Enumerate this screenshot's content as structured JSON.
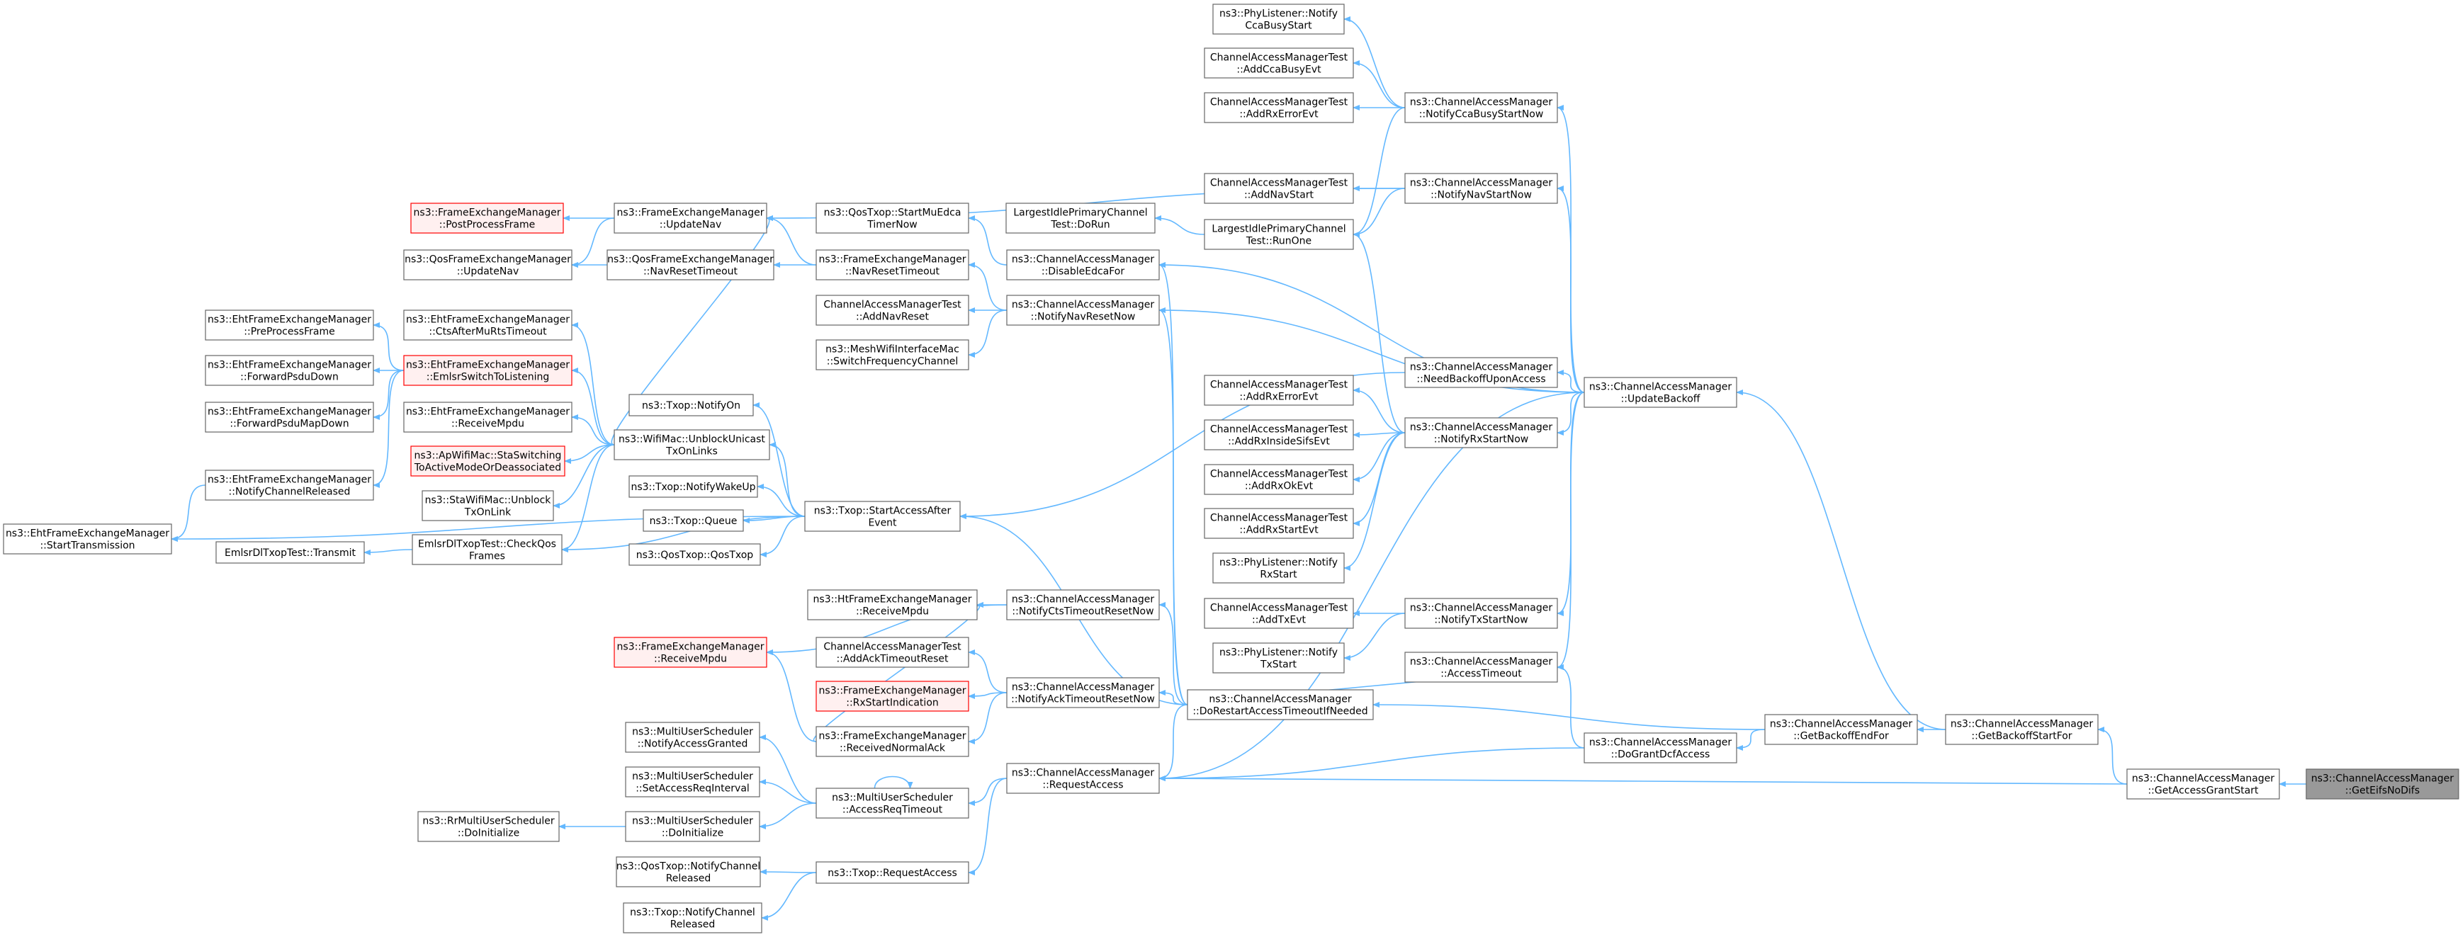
{
  "diagram": {
    "type": "doxygen-caller-graph",
    "colors": {
      "edge": "#63b8ff",
      "node_border": "#666666",
      "node_fill": "#ffffff",
      "highlight_border": "#ff0000",
      "highlight_fill": "#fff0f0",
      "root_fill": "#999999",
      "root_border": "#666666"
    },
    "nodes": [
      {
        "id": "getEifsNoDifs",
        "lines": [
          "ns3::ChannelAccessManager",
          "::GetEifsNoDifs"
        ],
        "style": "root"
      },
      {
        "id": "getAccessGrantStart",
        "lines": [
          "ns3::ChannelAccessManager",
          "::GetAccessGrantStart"
        ],
        "style": "normal"
      },
      {
        "id": "getBackoffStartFor",
        "lines": [
          "ns3::ChannelAccessManager",
          "::GetBackoffStartFor"
        ],
        "style": "normal"
      },
      {
        "id": "getBackoffEndFor",
        "lines": [
          "ns3::ChannelAccessManager",
          "::GetBackoffEndFor"
        ],
        "style": "normal"
      },
      {
        "id": "updateBackoff",
        "lines": [
          "ns3::ChannelAccessManager",
          "::UpdateBackoff"
        ],
        "style": "normal"
      },
      {
        "id": "doGrantDcfAccess",
        "lines": [
          "ns3::ChannelAccessManager",
          "::DoGrantDcfAccess"
        ],
        "style": "normal"
      },
      {
        "id": "accessTimeout",
        "lines": [
          "ns3::ChannelAccessManager",
          "::AccessTimeout"
        ],
        "style": "normal"
      },
      {
        "id": "doRestartAccessTimeoutIfNeeded",
        "lines": [
          "ns3::ChannelAccessManager",
          "::DoRestartAccessTimeoutIfNeeded"
        ],
        "style": "normal"
      },
      {
        "id": "requestAccess",
        "lines": [
          "ns3::ChannelAccessManager",
          "::RequestAccess"
        ],
        "style": "normal"
      },
      {
        "id": "notifyCcaBusyStartNow",
        "lines": [
          "ns3::ChannelAccessManager",
          "::NotifyCcaBusyStartNow"
        ],
        "style": "normal"
      },
      {
        "id": "phyNotifyCcaBusyStart",
        "lines": [
          "ns3::PhyListener::Notify",
          "CcaBusyStart"
        ],
        "style": "normal"
      },
      {
        "id": "testAddCcaBusyEvt",
        "lines": [
          "ChannelAccessManagerTest",
          "::AddCcaBusyEvt"
        ],
        "style": "normal"
      },
      {
        "id": "testAddRxErrorEvtTop",
        "lines": [
          "ChannelAccessManagerTest",
          "::AddRxErrorEvt"
        ],
        "style": "normal"
      },
      {
        "id": "notifyNavStartNow",
        "lines": [
          "ns3::ChannelAccessManager",
          "::NotifyNavStartNow"
        ],
        "style": "normal"
      },
      {
        "id": "testAddNavStart",
        "lines": [
          "ChannelAccessManagerTest",
          "::AddNavStart"
        ],
        "style": "normal"
      },
      {
        "id": "largestIdleRunOne",
        "lines": [
          "LargestIdlePrimaryChannel",
          "Test::RunOne"
        ],
        "style": "normal"
      },
      {
        "id": "largestIdleDoRun",
        "lines": [
          "LargestIdlePrimaryChannel",
          "Test::DoRun"
        ],
        "style": "normal"
      },
      {
        "id": "disableEdcaFor",
        "lines": [
          "ns3::ChannelAccessManager",
          "::DisableEdcaFor"
        ],
        "style": "normal"
      },
      {
        "id": "qosTxopStartMuEdca",
        "lines": [
          "ns3::QosTxop::StartMuEdca",
          "TimerNow"
        ],
        "style": "normal"
      },
      {
        "id": "notifyNavResetNow",
        "lines": [
          "ns3::ChannelAccessManager",
          "::NotifyNavResetNow"
        ],
        "style": "normal"
      },
      {
        "id": "testAddNavReset",
        "lines": [
          "ChannelAccessManagerTest",
          "::AddNavReset"
        ],
        "style": "normal"
      },
      {
        "id": "meshSwitchFrequency",
        "lines": [
          "ns3::MeshWifiInterfaceMac",
          "::SwitchFrequencyChannel"
        ],
        "style": "normal"
      },
      {
        "id": "femNavResetTimeout",
        "lines": [
          "ns3::FrameExchangeManager",
          "::NavResetTimeout"
        ],
        "style": "normal"
      },
      {
        "id": "femUpdateNav",
        "lines": [
          "ns3::FrameExchangeManager",
          "::UpdateNav"
        ],
        "style": "normal"
      },
      {
        "id": "femPostProcessFrame",
        "lines": [
          "ns3::FrameExchangeManager",
          "::PostProcessFrame"
        ],
        "style": "highlight"
      },
      {
        "id": "qfemUpdateNav",
        "lines": [
          "ns3::QosFrameExchangeManager",
          "::UpdateNav"
        ],
        "style": "normal"
      },
      {
        "id": "qfemNavResetTimeout",
        "lines": [
          "ns3::QosFrameExchangeManager",
          "::NavResetTimeout"
        ],
        "style": "normal"
      },
      {
        "id": "needBackoffUponAccess",
        "lines": [
          "ns3::ChannelAccessManager",
          "::NeedBackoffUponAccess"
        ],
        "style": "normal"
      },
      {
        "id": "notifyRxStartNow",
        "lines": [
          "ns3::ChannelAccessManager",
          "::NotifyRxStartNow"
        ],
        "style": "normal"
      },
      {
        "id": "testAddRxErrorEvt",
        "lines": [
          "ChannelAccessManagerTest",
          "::AddRxErrorEvt"
        ],
        "style": "normal"
      },
      {
        "id": "testAddRxInsideSifsEvt",
        "lines": [
          "ChannelAccessManagerTest",
          "::AddRxInsideSifsEvt"
        ],
        "style": "normal"
      },
      {
        "id": "testAddRxOkEvt",
        "lines": [
          "ChannelAccessManagerTest",
          "::AddRxOkEvt"
        ],
        "style": "normal"
      },
      {
        "id": "testAddRxStartEvt",
        "lines": [
          "ChannelAccessManagerTest",
          "::AddRxStartEvt"
        ],
        "style": "normal"
      },
      {
        "id": "phyNotifyRxStart",
        "lines": [
          "ns3::PhyListener::Notify",
          "RxStart"
        ],
        "style": "normal"
      },
      {
        "id": "notifyTxStartNow",
        "lines": [
          "ns3::ChannelAccessManager",
          "::NotifyTxStartNow"
        ],
        "style": "normal"
      },
      {
        "id": "testAddTxEvt",
        "lines": [
          "ChannelAccessManagerTest",
          "::AddTxEvt"
        ],
        "style": "normal"
      },
      {
        "id": "phyNotifyTxStart",
        "lines": [
          "ns3::PhyListener::Notify",
          "TxStart"
        ],
        "style": "normal"
      },
      {
        "id": "notifyCtsTimeoutResetNow",
        "lines": [
          "ns3::ChannelAccessManager",
          "::NotifyCtsTimeoutResetNow"
        ],
        "style": "normal"
      },
      {
        "id": "htfemReceiveMpdu",
        "lines": [
          "ns3::HtFrameExchangeManager",
          "::ReceiveMpdu"
        ],
        "style": "normal"
      },
      {
        "id": "femReceiveMpdu",
        "lines": [
          "ns3::FrameExchangeManager",
          "::ReceiveMpdu"
        ],
        "style": "highlight"
      },
      {
        "id": "notifyAckTimeoutResetNow",
        "lines": [
          "ns3::ChannelAccessManager",
          "::NotifyAckTimeoutResetNow"
        ],
        "style": "normal"
      },
      {
        "id": "testAddAckTimeoutReset",
        "lines": [
          "ChannelAccessManagerTest",
          "::AddAckTimeoutReset"
        ],
        "style": "normal"
      },
      {
        "id": "femRxStartIndication",
        "lines": [
          "ns3::FrameExchangeManager",
          "::RxStartIndication"
        ],
        "style": "highlight"
      },
      {
        "id": "femReceivedNormalAck",
        "lines": [
          "ns3::FrameExchangeManager",
          "::ReceivedNormalAck"
        ],
        "style": "normal"
      },
      {
        "id": "txopStartAccessAfterEvent",
        "lines": [
          "ns3::Txop::StartAccessAfter",
          "Event"
        ],
        "style": "normal"
      },
      {
        "id": "txopNotifyOn",
        "lines": [
          "ns3::Txop::NotifyOn"
        ],
        "style": "normal"
      },
      {
        "id": "wifiMacUnblockUnicast",
        "lines": [
          "ns3::WifiMac::UnblockUnicast",
          "TxOnLinks"
        ],
        "style": "normal"
      },
      {
        "id": "txopNotifyWakeUp",
        "lines": [
          "ns3::Txop::NotifyWakeUp"
        ],
        "style": "normal"
      },
      {
        "id": "txopQueue",
        "lines": [
          "ns3::Txop::Queue"
        ],
        "style": "normal"
      },
      {
        "id": "qosTxopQosTxop",
        "lines": [
          "ns3::QosTxop::QosTxop"
        ],
        "style": "normal"
      },
      {
        "id": "ehtCtsAfterMuRts",
        "lines": [
          "ns3::EhtFrameExchangeManager",
          "::CtsAfterMuRtsTimeout"
        ],
        "style": "normal"
      },
      {
        "id": "ehtEmlsrSwitch",
        "lines": [
          "ns3::EhtFrameExchangeManager",
          "::EmlsrSwitchToListening"
        ],
        "style": "highlight"
      },
      {
        "id": "ehtReceiveMpdu",
        "lines": [
          "ns3::EhtFrameExchangeManager",
          "::ReceiveMpdu"
        ],
        "style": "normal"
      },
      {
        "id": "apStaSwitching",
        "lines": [
          "ns3::ApWifiMac::StaSwitching",
          "ToActiveModeOrDeassociated"
        ],
        "style": "highlight"
      },
      {
        "id": "staUnblock",
        "lines": [
          "ns3::StaWifiMac::Unblock",
          "TxOnLink"
        ],
        "style": "normal"
      },
      {
        "id": "emlsrCheckQos",
        "lines": [
          "EmlsrDlTxopTest::CheckQos",
          "Frames"
        ],
        "style": "normal"
      },
      {
        "id": "emlsrTransmit",
        "lines": [
          "EmlsrDlTxopTest::Transmit"
        ],
        "style": "normal"
      },
      {
        "id": "ehtPreProcessFrame",
        "lines": [
          "ns3::EhtFrameExchangeManager",
          "::PreProcessFrame"
        ],
        "style": "normal"
      },
      {
        "id": "ehtForwardPsduDown",
        "lines": [
          "ns3::EhtFrameExchangeManager",
          "::ForwardPsduDown"
        ],
        "style": "normal"
      },
      {
        "id": "ehtForwardPsduMapDown",
        "lines": [
          "ns3::EhtFrameExchangeManager",
          "::ForwardPsduMapDown"
        ],
        "style": "normal"
      },
      {
        "id": "ehtNotifyChannelReleased",
        "lines": [
          "ns3::EhtFrameExchangeManager",
          "::NotifyChannelReleased"
        ],
        "style": "normal"
      },
      {
        "id": "ehtStartTransmission",
        "lines": [
          "ns3::EhtFrameExchangeManager",
          "::StartTransmission"
        ],
        "style": "normal"
      },
      {
        "id": "muAccessReqTimeout",
        "lines": [
          "ns3::MultiUserScheduler",
          "::AccessReqTimeout"
        ],
        "style": "normal"
      },
      {
        "id": "muNotifyAccessGranted",
        "lines": [
          "ns3::MultiUserScheduler",
          "::NotifyAccessGranted"
        ],
        "style": "normal"
      },
      {
        "id": "muSetAccessReqInterval",
        "lines": [
          "ns3::MultiUserScheduler",
          "::SetAccessReqInterval"
        ],
        "style": "normal"
      },
      {
        "id": "muDoInitialize",
        "lines": [
          "ns3::MultiUserScheduler",
          "::DoInitialize"
        ],
        "style": "normal"
      },
      {
        "id": "rrDoInitialize",
        "lines": [
          "ns3::RrMultiUserScheduler",
          "::DoInitialize"
        ],
        "style": "normal"
      },
      {
        "id": "txopRequestAccess",
        "lines": [
          "ns3::Txop::RequestAccess"
        ],
        "style": "normal"
      },
      {
        "id": "qosTxopNotifyChannelReleased",
        "lines": [
          "ns3::QosTxop::NotifyChannel",
          "Released"
        ],
        "style": "normal"
      },
      {
        "id": "txopNotifyChannelReleased",
        "lines": [
          "ns3::Txop::NotifyChannel",
          "Released"
        ],
        "style": "normal"
      }
    ],
    "edges": [
      [
        "getAccessGrantStart",
        "getEifsNoDifs"
      ],
      [
        "getBackoffStartFor",
        "getAccessGrantStart"
      ],
      [
        "requestAccess",
        "getAccessGrantStart"
      ],
      [
        "getBackoffEndFor",
        "getBackoffStartFor"
      ],
      [
        "updateBackoff",
        "getBackoffStartFor"
      ],
      [
        "doGrantDcfAccess",
        "getBackoffEndFor"
      ],
      [
        "doRestartAccessTimeoutIfNeeded",
        "getBackoffEndFor"
      ],
      [
        "requestAccess",
        "doGrantDcfAccess"
      ],
      [
        "accessTimeout",
        "doGrantDcfAccess"
      ],
      [
        "notifyCcaBusyStartNow",
        "updateBackoff"
      ],
      [
        "notifyNavStartNow",
        "updateBackoff"
      ],
      [
        "disableEdcaFor",
        "updateBackoff"
      ],
      [
        "notifyNavResetNow",
        "updateBackoff"
      ],
      [
        "needBackoffUponAccess",
        "updateBackoff"
      ],
      [
        "notifyRxStartNow",
        "updateBackoff"
      ],
      [
        "notifyTxStartNow",
        "updateBackoff"
      ],
      [
        "accessTimeout",
        "updateBackoff"
      ],
      [
        "requestAccess",
        "updateBackoff"
      ],
      [
        "phyNotifyCcaBusyStart",
        "notifyCcaBusyStartNow"
      ],
      [
        "testAddCcaBusyEvt",
        "notifyCcaBusyStartNow"
      ],
      [
        "testAddRxErrorEvtTop",
        "notifyCcaBusyStartNow"
      ],
      [
        "largestIdleRunOne",
        "notifyCcaBusyStartNow"
      ],
      [
        "testAddNavStart",
        "notifyNavStartNow"
      ],
      [
        "largestIdleRunOne",
        "notifyNavStartNow"
      ],
      [
        "femUpdateNav",
        "notifyNavStartNow"
      ],
      [
        "largestIdleDoRun",
        "largestIdleRunOne"
      ],
      [
        "qosTxopStartMuEdca",
        "disableEdcaFor"
      ],
      [
        "testAddNavReset",
        "notifyNavResetNow"
      ],
      [
        "meshSwitchFrequency",
        "notifyNavResetNow"
      ],
      [
        "femNavResetTimeout",
        "notifyNavResetNow"
      ],
      [
        "femUpdateNav",
        "femNavResetTimeout"
      ],
      [
        "qfemNavResetTimeout",
        "femNavResetTimeout"
      ],
      [
        "femPostProcessFrame",
        "femUpdateNav"
      ],
      [
        "qfemUpdateNav",
        "femUpdateNav"
      ],
      [
        "qfemUpdateNav",
        "qfemNavResetTimeout"
      ],
      [
        "txopStartAccessAfterEvent",
        "needBackoffUponAccess"
      ],
      [
        "testAddRxErrorEvt",
        "notifyRxStartNow"
      ],
      [
        "testAddRxInsideSifsEvt",
        "notifyRxStartNow"
      ],
      [
        "testAddRxOkEvt",
        "notifyRxStartNow"
      ],
      [
        "testAddRxStartEvt",
        "notifyRxStartNow"
      ],
      [
        "phyNotifyRxStart",
        "notifyRxStartNow"
      ],
      [
        "largestIdleRunOne",
        "notifyRxStartNow"
      ],
      [
        "testAddTxEvt",
        "notifyTxStartNow"
      ],
      [
        "phyNotifyTxStart",
        "notifyTxStartNow"
      ],
      [
        "accessTimeout",
        "doRestartAccessTimeoutIfNeeded"
      ],
      [
        "disableEdcaFor",
        "doRestartAccessTimeoutIfNeeded"
      ],
      [
        "notifyNavResetNow",
        "doRestartAccessTimeoutIfNeeded"
      ],
      [
        "notifyCtsTimeoutResetNow",
        "doRestartAccessTimeoutIfNeeded"
      ],
      [
        "notifyAckTimeoutResetNow",
        "doRestartAccessTimeoutIfNeeded"
      ],
      [
        "requestAccess",
        "doRestartAccessTimeoutIfNeeded"
      ],
      [
        "txopStartAccessAfterEvent",
        "doRestartAccessTimeoutIfNeeded"
      ],
      [
        "htfemReceiveMpdu",
        "notifyCtsTimeoutResetNow"
      ],
      [
        "femReceiveMpdu",
        "notifyCtsTimeoutResetNow"
      ],
      [
        "testAddAckTimeoutReset",
        "notifyAckTimeoutResetNow"
      ],
      [
        "femRxStartIndication",
        "notifyAckTimeoutResetNow"
      ],
      [
        "femReceivedNormalAck",
        "notifyAckTimeoutResetNow"
      ],
      [
        "htfemReceiveMpdu",
        "femReceivedNormalAck"
      ],
      [
        "femReceiveMpdu",
        "femReceivedNormalAck"
      ],
      [
        "txopNotifyOn",
        "txopStartAccessAfterEvent"
      ],
      [
        "wifiMacUnblockUnicast",
        "txopStartAccessAfterEvent"
      ],
      [
        "txopNotifyWakeUp",
        "txopStartAccessAfterEvent"
      ],
      [
        "txopQueue",
        "txopStartAccessAfterEvent"
      ],
      [
        "qosTxopQosTxop",
        "txopStartAccessAfterEvent"
      ],
      [
        "emlsrCheckQos",
        "txopStartAccessAfterEvent"
      ],
      [
        "ehtStartTransmission",
        "txopStartAccessAfterEvent"
      ],
      [
        "femUpdateNav",
        "wifiMacUnblockUnicast"
      ],
      [
        "ehtCtsAfterMuRts",
        "wifiMacUnblockUnicast"
      ],
      [
        "ehtEmlsrSwitch",
        "wifiMacUnblockUnicast"
      ],
      [
        "ehtReceiveMpdu",
        "wifiMacUnblockUnicast"
      ],
      [
        "apStaSwitching",
        "wifiMacUnblockUnicast"
      ],
      [
        "staUnblock",
        "wifiMacUnblockUnicast"
      ],
      [
        "emlsrCheckQos",
        "wifiMacUnblockUnicast"
      ],
      [
        "emlsrTransmit",
        "emlsrCheckQos"
      ],
      [
        "ehtPreProcessFrame",
        "ehtEmlsrSwitch"
      ],
      [
        "ehtForwardPsduDown",
        "ehtEmlsrSwitch"
      ],
      [
        "ehtForwardPsduMapDown",
        "ehtEmlsrSwitch"
      ],
      [
        "ehtNotifyChannelReleased",
        "ehtEmlsrSwitch"
      ],
      [
        "ehtStartTransmission",
        "ehtNotifyChannelReleased"
      ],
      [
        "muAccessReqTimeout",
        "requestAccess"
      ],
      [
        "txopRequestAccess",
        "requestAccess"
      ],
      [
        "muNotifyAccessGranted",
        "muAccessReqTimeout"
      ],
      [
        "muSetAccessReqInterval",
        "muAccessReqTimeout"
      ],
      [
        "muDoInitialize",
        "muAccessReqTimeout"
      ],
      [
        "muAccessReqTimeout",
        "muAccessReqTimeout"
      ],
      [
        "rrDoInitialize",
        "muDoInitialize"
      ],
      [
        "qosTxopNotifyChannelReleased",
        "txopRequestAccess"
      ],
      [
        "txopNotifyChannelReleased",
        "txopRequestAccess"
      ]
    ]
  }
}
